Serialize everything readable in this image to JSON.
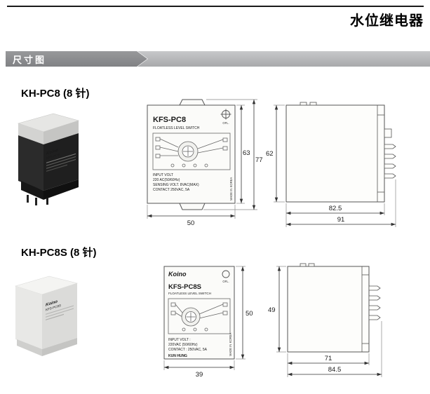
{
  "header": {
    "title": "水位继电器"
  },
  "ribbon": {
    "label": "尺寸图"
  },
  "sections": [
    {
      "heading": "KH-PC8 (8 针)",
      "photo": {
        "brand": "Koino",
        "model": "KFS-PC8"
      },
      "panel": {
        "model": "KFS-PC8",
        "subtitle": "FLOATLESS LEVEL SWITCH",
        "hole_label": "OFL.",
        "spec_lines": [
          "INPUT VOLT",
          "220 AC(50/60Hz)",
          "SENSING VOLT. 8VAC(MAX)",
          "CONTACT 250VAC, 5A"
        ],
        "made_in": "MADE IN KOREA"
      },
      "dims": {
        "width": "50",
        "inner_height": "63",
        "total_height": "77",
        "side_height": "62",
        "side_depth": "82.5",
        "side_total": "91"
      }
    },
    {
      "heading": "KH-PC8S (8 针)",
      "photo": {
        "brand": "Koino",
        "model": "KFS-PC8S"
      },
      "panel": {
        "brand": "Koino",
        "model": "KFS-PC8S",
        "subtitle": "FLOATLESS LEVEL SWITCH",
        "hole_label": "OFL.",
        "spec_lines": [
          "INPUT VOLT :",
          "220VAC (50/60Hz)",
          "CONTACT : 250VAC, 5A"
        ],
        "maker": "KUN HUNG",
        "made_in": "MADE IN KOREA"
      },
      "dims": {
        "width": "39",
        "height": "50",
        "side_height": "49",
        "side_depth": "71",
        "side_total": "84.5"
      }
    }
  ]
}
